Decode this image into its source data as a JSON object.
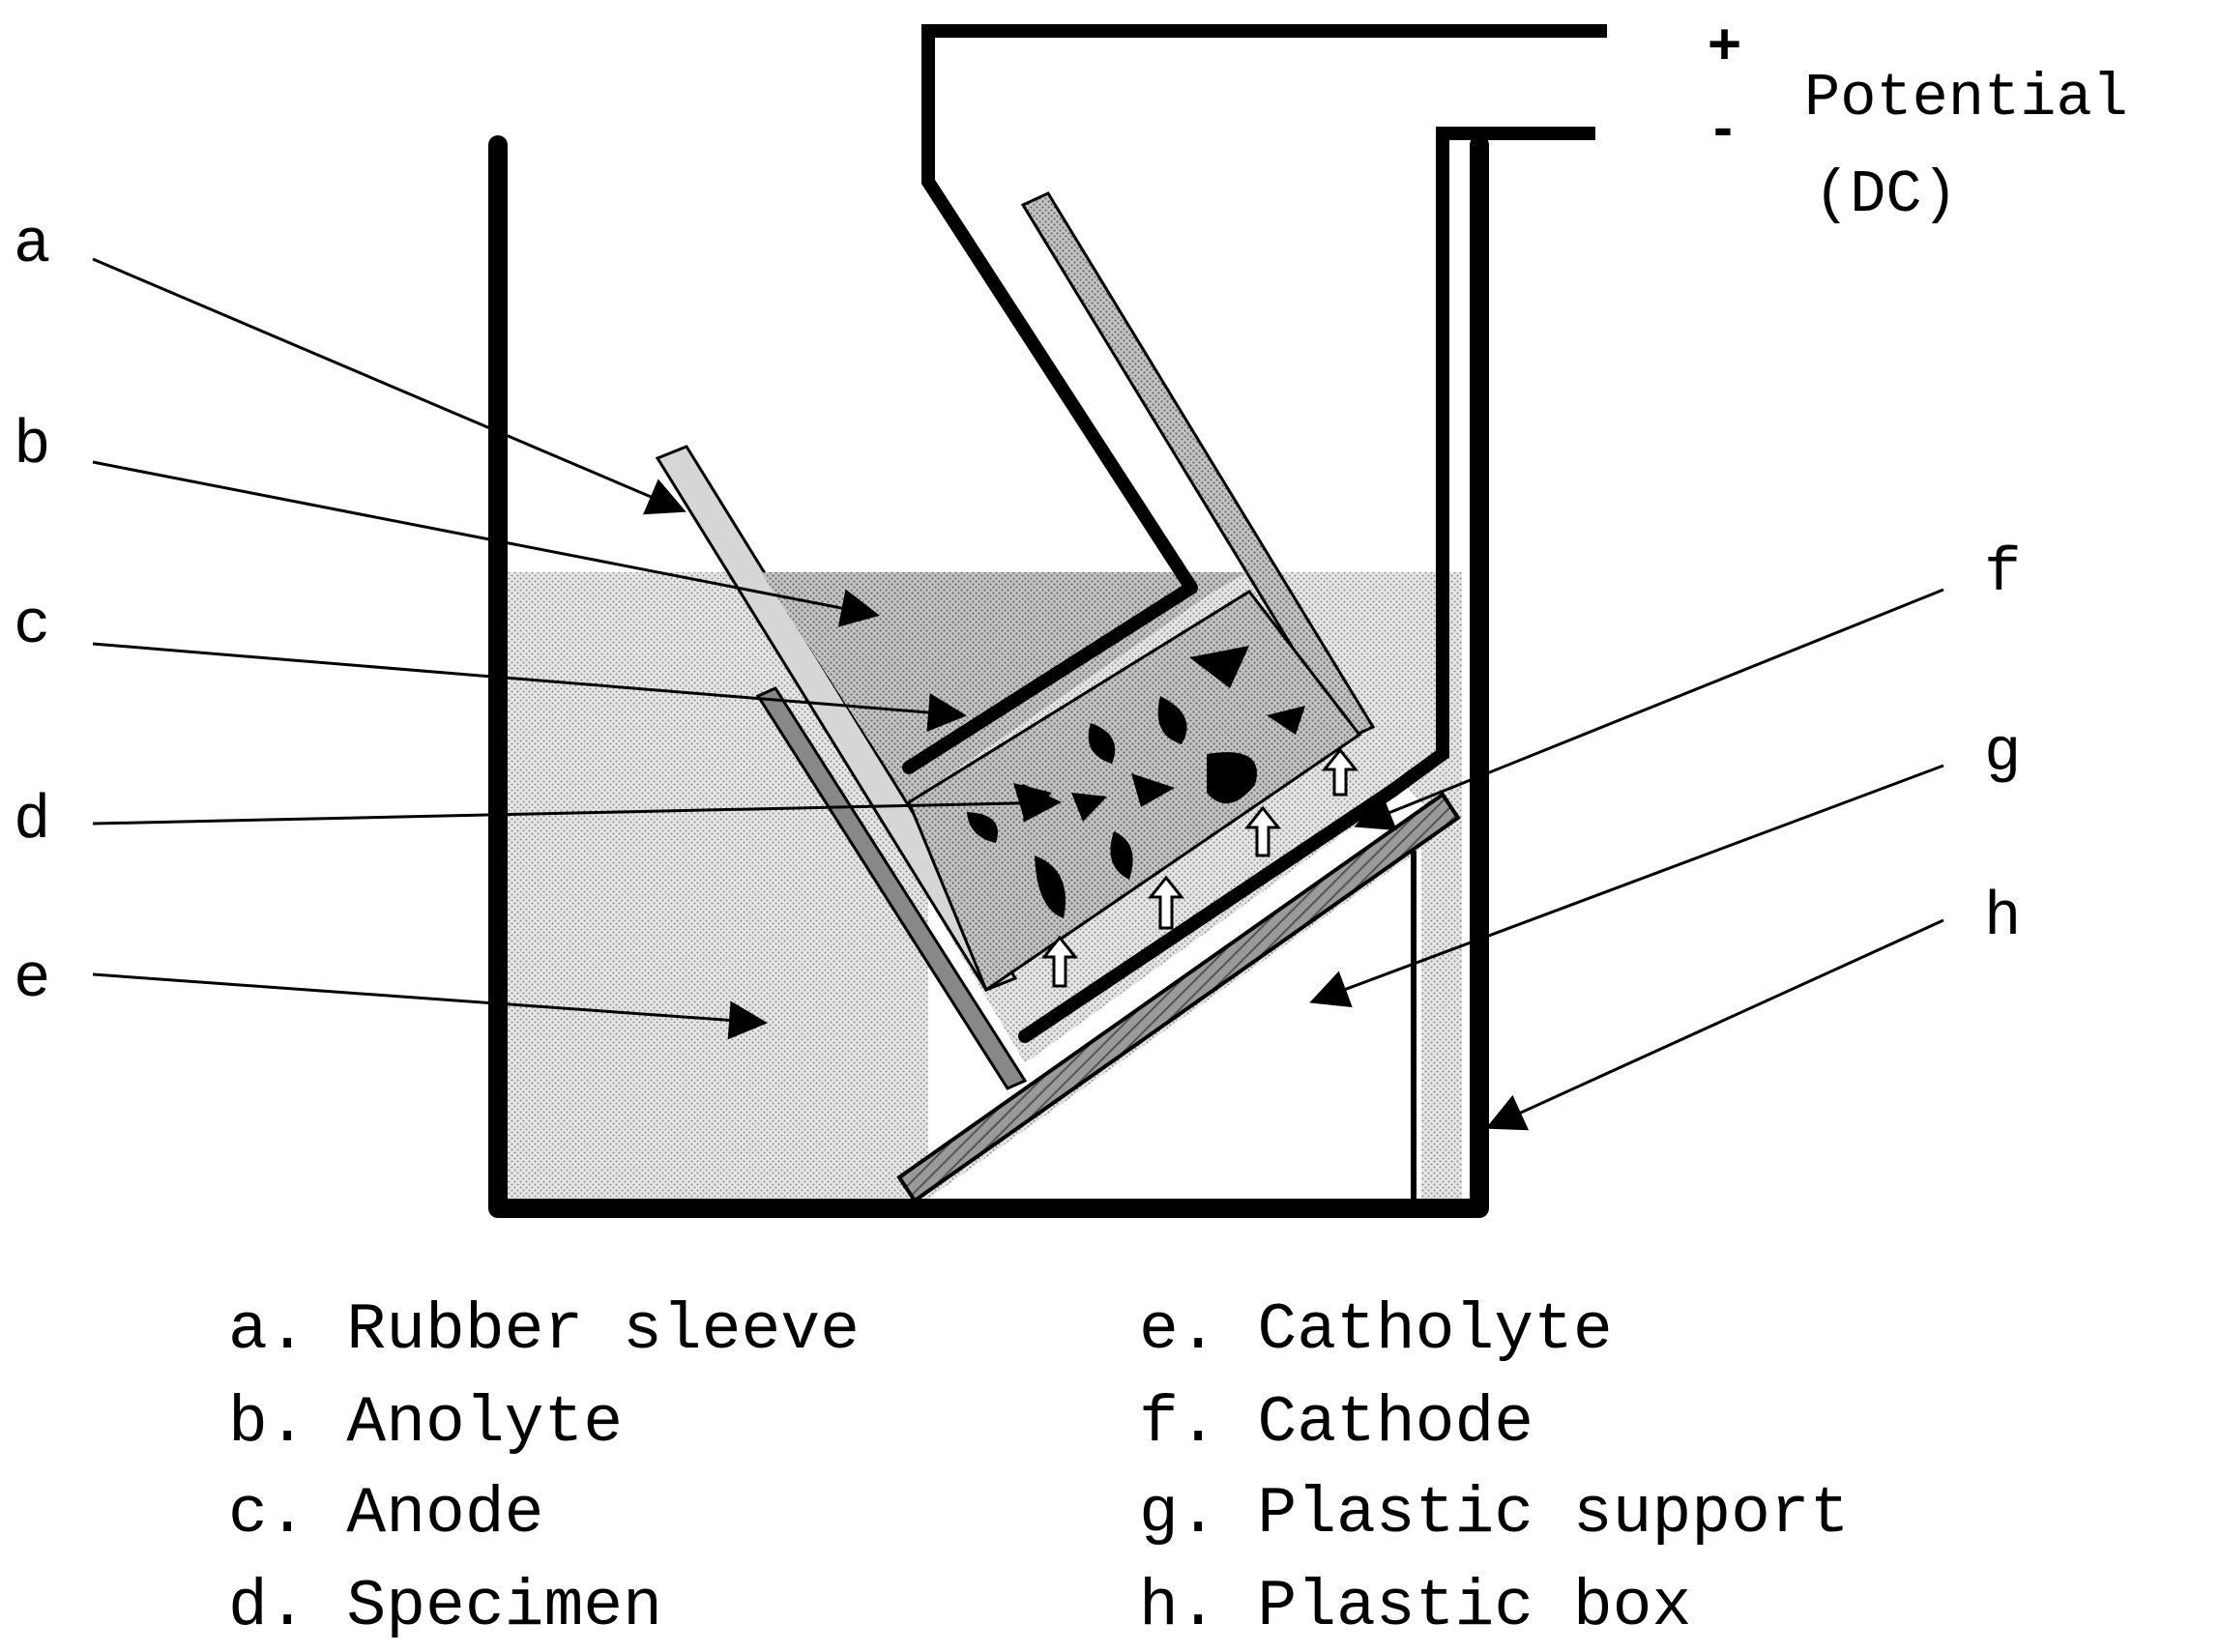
{
  "power": {
    "plus_sign": "+",
    "minus_sign": "-",
    "label_line1": "Potential",
    "label_line2": "(DC)"
  },
  "callouts": [
    "a",
    "b",
    "c",
    "d",
    "e",
    "f",
    "g",
    "h"
  ],
  "legend": {
    "left": [
      "a. Rubber sleeve",
      "b. Anolyte",
      "c. Anode",
      "d. Specimen"
    ],
    "right": [
      "e. Catholyte",
      "f. Cathode",
      "g. Plastic support",
      "h. Plastic box"
    ]
  },
  "colors": {
    "ink": "#000000",
    "solution_fill": "#e4e4e4",
    "sleeve_fill": "#d2d2d2",
    "specimen_fill": "#b8b8b8",
    "cathode_plate_fill": "#808080",
    "support_fill": "#8a8a8a"
  }
}
